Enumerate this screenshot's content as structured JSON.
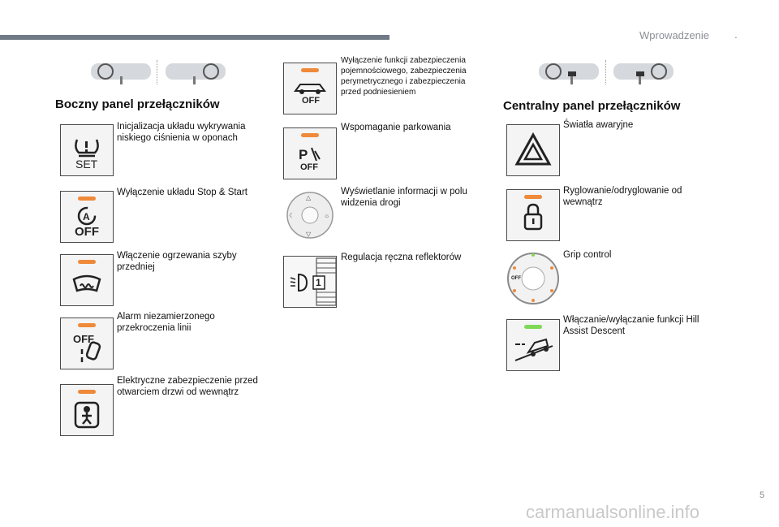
{
  "header": {
    "title": "Wprowadzenie",
    "marker": "."
  },
  "left": {
    "title": "Boczny panel przełączników",
    "items": [
      {
        "label": "Inicjalizacja układu wykrywania niskiego ciśnienia w oponach",
        "icon": "tire-pressure-set-icon",
        "icon_text": "SET"
      },
      {
        "label": "Wyłączenie układu Stop & Start",
        "icon": "stop-start-off-icon",
        "icon_text": "OFF"
      },
      {
        "label": "Włączenie ogrzewania szyby przedniej",
        "icon": "windshield-heating-icon"
      },
      {
        "label": "Alarm niezamierzonego przekroczenia linii",
        "icon": "lane-departure-off-icon",
        "icon_text": "OFF"
      },
      {
        "label": "Elektryczne zabezpieczenie przed otwarciem drzwi od wewnątrz",
        "icon": "child-lock-icon"
      }
    ]
  },
  "middle": {
    "items": [
      {
        "label": "Wyłączenie funkcji zabezpieczenia pojemnościowego, zabezpieczenia perymetrycznego i zabezpieczenia przed podniesieniem",
        "icon": "alarm-protection-off-icon",
        "icon_text": "OFF"
      },
      {
        "label": "Wspomaganie parkowania",
        "icon": "park-assist-off-icon",
        "icon_text": "OFF"
      },
      {
        "label": "Wyświetlanie informacji w polu widzenia drogi",
        "icon": "head-up-display-control-icon"
      },
      {
        "label": "Regulacja ręczna reflektorów",
        "icon": "headlamp-adjust-icon",
        "icon_text": "1"
      }
    ]
  },
  "right": {
    "title": "Centralny panel przełączników",
    "items": [
      {
        "label": "Światła awaryjne",
        "icon": "hazard-warning-icon"
      },
      {
        "label": "Ryglowanie/odryglowanie od wewnątrz",
        "icon": "central-lock-icon"
      },
      {
        "label": "Grip control",
        "icon": "grip-control-dial-icon",
        "icon_text": "OFF"
      },
      {
        "label": "Włączanie/wyłączanie funkcji Hill Assist Descent",
        "icon": "hill-descent-icon"
      }
    ]
  },
  "footer": {
    "page_number": "5",
    "watermark": "carmanualsonline.info"
  },
  "colors": {
    "led_orange": "#ef8a3a",
    "led_green": "#7ed957",
    "bar": "#6f7a86"
  }
}
